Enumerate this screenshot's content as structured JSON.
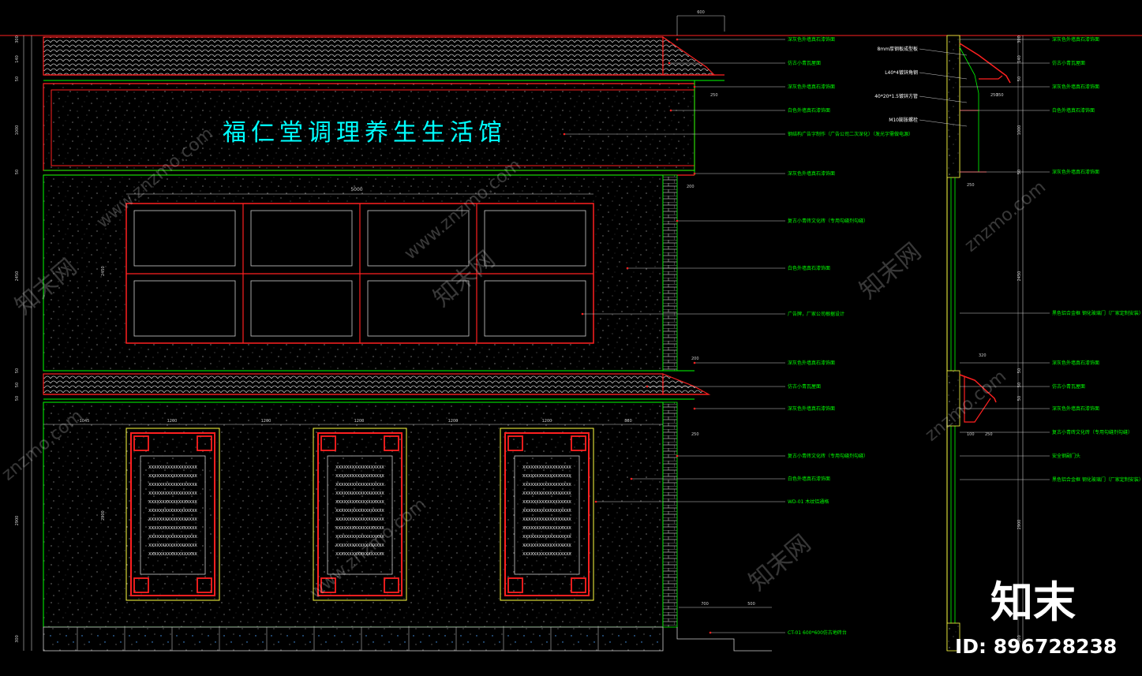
{
  "sign": {
    "text": "福仁堂调理养生生活馆"
  },
  "top_dims": {
    "top_width": "600"
  },
  "elevation_dims": {
    "window_width": "5000",
    "col1": "1045",
    "col2": "1200",
    "col3": "1200",
    "col4": "1200",
    "col5": "1200",
    "col6": "1200",
    "col7": "880",
    "upper_h": "2450",
    "lower_h": "2900",
    "right1": "200",
    "right2": "250",
    "right3": "200",
    "right4": "250",
    "base_dim1": "700",
    "base_dim2": "500"
  },
  "left_dims": [
    "300",
    "140",
    "50",
    "1000",
    "50",
    "2450",
    "50",
    "50",
    "50",
    "2900",
    "300"
  ],
  "elevation_annotations": [
    "深灰色外墙真石漆饰面",
    "仿古小青瓦屋面",
    "深灰色外墙真石漆饰面",
    "白色外墙真石漆饰面",
    "钢结构广告字制作（广告公司二次深化）（发光字需做电源）",
    "深灰色外墙真石漆饰面",
    "复古小青砖文化砖（专用勾缝剂勾缝）",
    "白色外墙真石漆饰面",
    "广告牌，厂家公司根据设计",
    "深灰色外墙真石漆饰面",
    "仿古小青瓦屋面",
    "深灰色外墙真石漆饰面",
    "复古小青砖文化砖（专用勾缝剂勾缝）",
    "白色外墙真石漆饰面",
    "WD-01 木纹铝通格",
    "CT-01 600*600仿古地砖台"
  ],
  "section_left_labels": [
    "8mm厚钢板成型板",
    "L40*4镀锌角钢",
    "40*20*1.5镀锌方管",
    "M10膨胀螺栓"
  ],
  "section_right_labels": [
    "深灰色外墙真石漆饰面",
    "仿古小青瓦屋面",
    "深灰色外墙真石漆饰面",
    "白色外墙真石漆饰面",
    "深灰色外墙真石漆饰面",
    "黑色铝合金框 钢化玻璃门（厂家定制安装）",
    "深灰色外墙真石漆饰面",
    "仿古小青瓦屋面",
    "深灰色外墙真石漆饰面",
    "复古小青砖文化砖（专用勾缝剂勾缝）",
    "安全钢副门头",
    "黑色铝合金框 钢化玻璃门（厂家定制安装）"
  ],
  "section_dims": [
    "300",
    "140",
    "50",
    "1000",
    "50",
    "2450",
    "50",
    "50",
    "50",
    "2900",
    "300",
    "250",
    "250",
    "320",
    "100",
    "250",
    "350"
  ],
  "door_text_lines": [
    "XXXXXXXXXXXXXXXXXX",
    "XXXXXXXXXXXXXXXXXX",
    "XXXXXXXXXXXXXXXXXX",
    "XXXXXXXXXXXXXXXXXX",
    "XXXXXXXXXXXXXXXXXX",
    "XXXXXXXXXXXXXXXXXX",
    "XXXXXXXXXXXXXXXXXX",
    "XXXXXXXXXXXXXXXXXX",
    "XXXXXXXXXXXXXXXXXX",
    "XXXXXXXXXXXXXXXXXX",
    "XXXXXXXXXXXXXXXXXX"
  ],
  "watermark": {
    "url": "www.znzmo.com",
    "cn": "知末网",
    "short": "znzmo.com"
  },
  "logo": {
    "cn": "知末",
    "id": "ID: 896728238"
  },
  "colors": {
    "bg": "#000000",
    "red": "#ff2020",
    "green": "#00ff00",
    "cyan": "#00ffff",
    "yellow": "#ffff40",
    "white": "#ffffff",
    "grey": "#9a9a9a"
  }
}
